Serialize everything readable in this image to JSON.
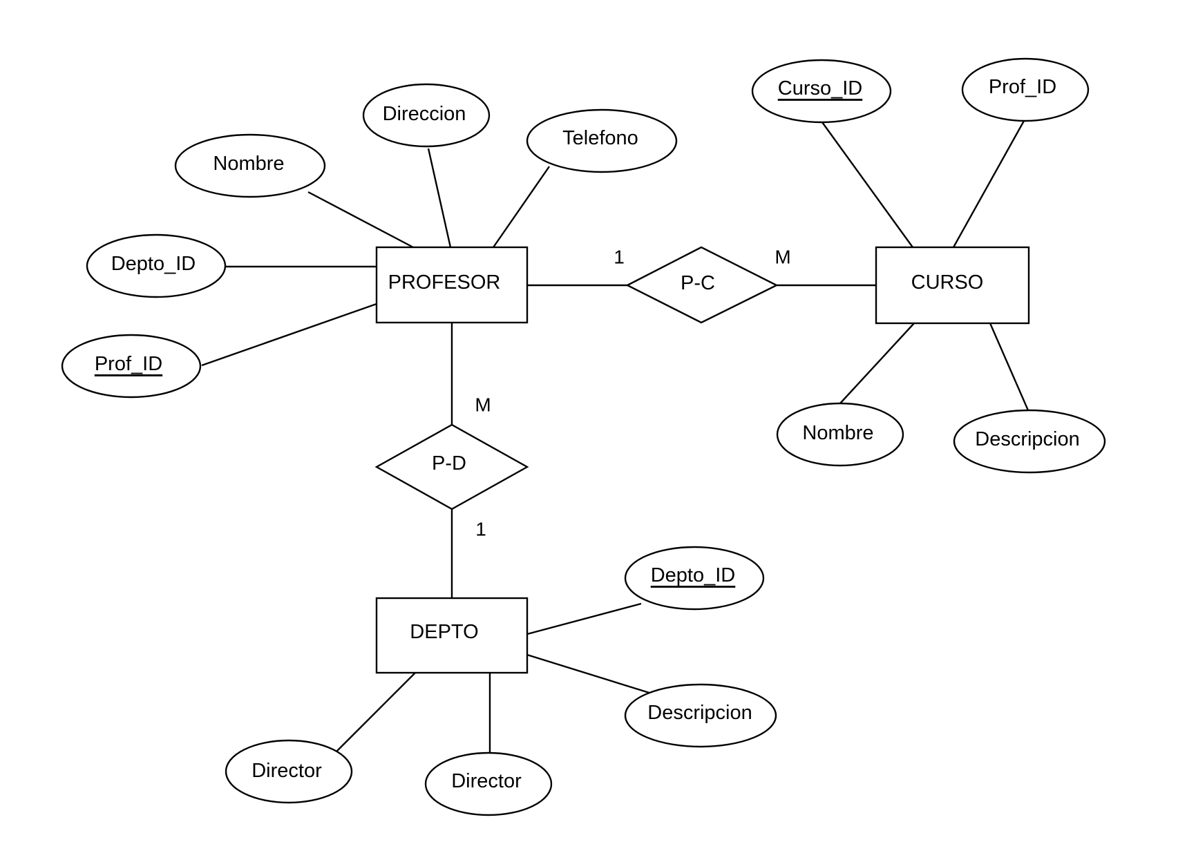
{
  "diagram": {
    "entities": {
      "profesor": "PROFESOR",
      "curso": "CURSO",
      "depto": "DEPTO"
    },
    "relationships": {
      "p_c": "P-C",
      "p_d": "P-D"
    },
    "profesor_attributes": {
      "direccion": "Direccion",
      "telefono": "Telefono",
      "nombre": "Nombre",
      "depto_id": "Depto_ID",
      "prof_id": "Prof_ID"
    },
    "curso_attributes": {
      "curso_id": "Curso_ID",
      "prof_id": "Prof_ID",
      "nombre": "Nombre",
      "descripcion": "Descripcion"
    },
    "depto_attributes": {
      "depto_id": "Depto_ID",
      "descripcion": "Descripcion",
      "director_1": "Director",
      "director_2": "Director"
    },
    "cardinalities": {
      "p_c_profesor": "1",
      "p_c_curso": "M",
      "p_d_profesor": "M",
      "p_d_depto": "1"
    },
    "primary_keys": [
      "Prof_ID",
      "Curso_ID",
      "Depto_ID"
    ]
  }
}
